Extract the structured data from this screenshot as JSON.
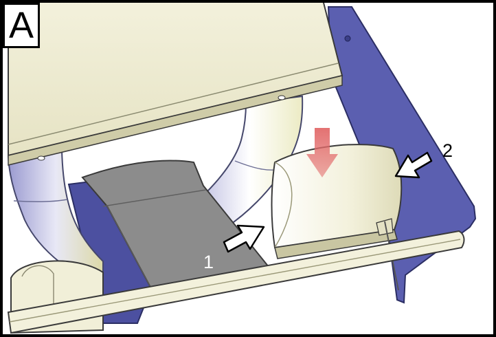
{
  "figure": {
    "panel_label": "A",
    "callouts": [
      {
        "label": "1"
      },
      {
        "label": "2"
      }
    ],
    "colors": {
      "frame": "#000000",
      "side_plate": "#5b5fb0",
      "cream_part": "#f1efd8",
      "tray": "#8c8c8c",
      "insert_arrow": "#e26a6a",
      "pointer_arrow": "#ffffff"
    }
  }
}
